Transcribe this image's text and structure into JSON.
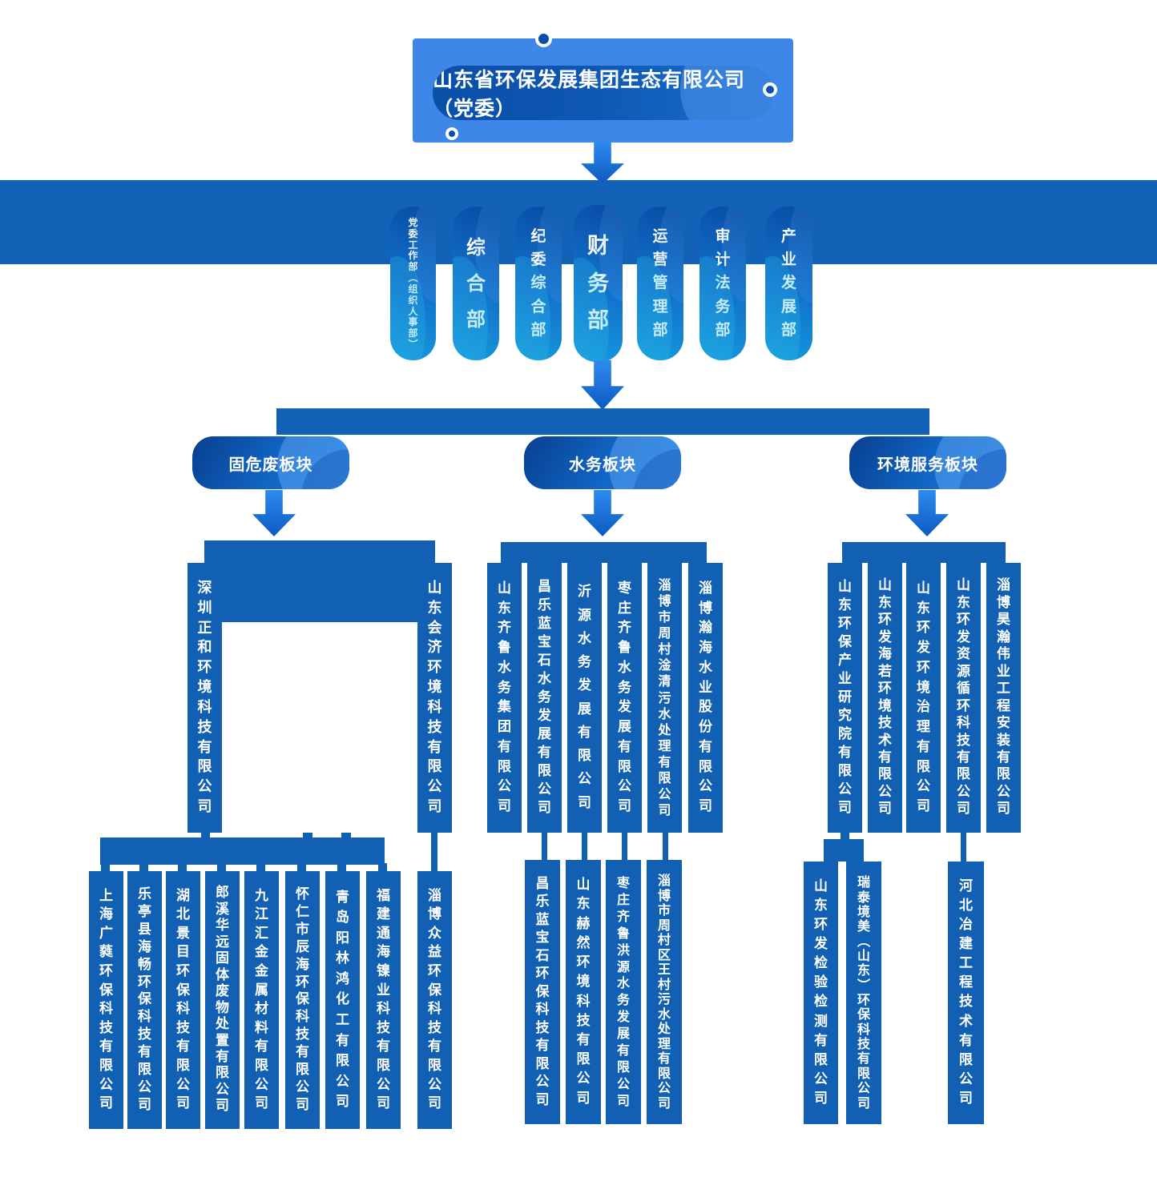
{
  "header": {
    "title": "山东省环保发展集团生态有限公司（党委）"
  },
  "departments": [
    "党委工作部（组织人事部）",
    "综合部",
    "纪委综合部",
    "财务部",
    "运营管理部",
    "审计法务部",
    "产业发展部"
  ],
  "plates": [
    "固危废板块",
    "水务板块",
    "环境服务板块"
  ],
  "groups": {
    "solid_waste": {
      "level1": [
        "深圳正和环境科技有限公司",
        "山东会济环境科技有限公司"
      ],
      "level2": [
        "上海广蕤环保科技有限公司",
        "乐亭县海畅环保科技有限公司",
        "湖北景目环保科技有限公司",
        "郎溪华远固体废物处置有限公司",
        "九江汇金金属材料有限公司",
        "怀仁市辰海环保科技有限公司",
        "青岛阳林鸿化工有限公司",
        "福建通海镍业科技有限公司"
      ],
      "level2_right": [
        "淄博众益环保科技有限公司"
      ]
    },
    "water": {
      "level1": [
        "山东齐鲁水务集团有限公司",
        "昌乐蓝宝石水务发展有限公司",
        "沂源水务发展有限公司",
        "枣庄齐鲁水务发展有限公司",
        "淄博市周村淦清污水处理有限公司",
        "淄博瀚海水业股份有限公司"
      ],
      "level2": [
        "昌乐蓝宝石环保科技有限公司",
        "山东赫然环境科技有限公司",
        "枣庄齐鲁洪源水务发展有限公司",
        "淄博市周村区王村污水处理有限公司"
      ]
    },
    "env_service": {
      "level1": [
        "山东环保产业研究院有限公司",
        "山东环发海若环境技术有限公司",
        "山东环发环境治理有限公司",
        "山东环发资源循环科技有限公司",
        "淄博昊瀚伟业工程安装有限公司"
      ],
      "level2": [
        "山东环发检验检测有限公司",
        "瑞泰境美（山东）环保科技有限公司",
        "河北冶建工程技术有限公司"
      ]
    }
  },
  "colors": {
    "primary": "#1160B4",
    "band": "#1262B8",
    "light": "#3E86E8",
    "pill-a": "#0A4FA8",
    "pill-b": "#1273CC",
    "pill-c": "#16A0DF",
    "plate-a": "#083F90",
    "plate-b": "#1C7BE0",
    "arrow-a": "#2E8BEE",
    "arrow-b": "#0C5AC2"
  }
}
